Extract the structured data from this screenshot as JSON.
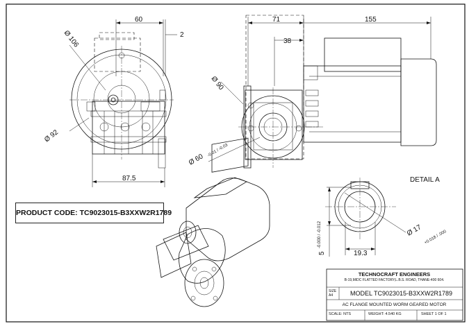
{
  "dimensions": {
    "front_width": "60",
    "front_offset": "2",
    "front_dia_106": "Ø 106",
    "front_dia_92": "Ø 92",
    "front_base": "87.5",
    "side_length_71": "71",
    "side_length_155": "155",
    "side_offset_38": "38",
    "side_dia_90": "Ø 90",
    "side_dia_60": "Ø 60",
    "side_tol_60": "-0.01 / -0.03",
    "detail_width": "19.3",
    "detail_dia": "Ø 17",
    "detail_tol_dia": "+0.018 / .000",
    "detail_key": "5",
    "detail_tol_key": "-0.000 / -0.012"
  },
  "detail_label": "DETAIL  A",
  "product_code": "PRODUCT CODE: TC9023015-B3XXW2R1789",
  "title_block": {
    "company": "TECHNOCRAFT ENGINEERS",
    "address": "B-19,MIDC FLATTED FACTORY,L.B.S. ROAD, THANE-400 604.",
    "size_label": "SIZE",
    "size_value": "A4",
    "model": "MODEL  TC9023015-B3XXW2R1789",
    "description": "AC FLANGE MOUNTED WORM GEARED MOTOR",
    "scale": "SCALE: NTS",
    "weight": "WEIGHT: 4.540 KG",
    "sheet": "SHEET 1 OF 1"
  }
}
